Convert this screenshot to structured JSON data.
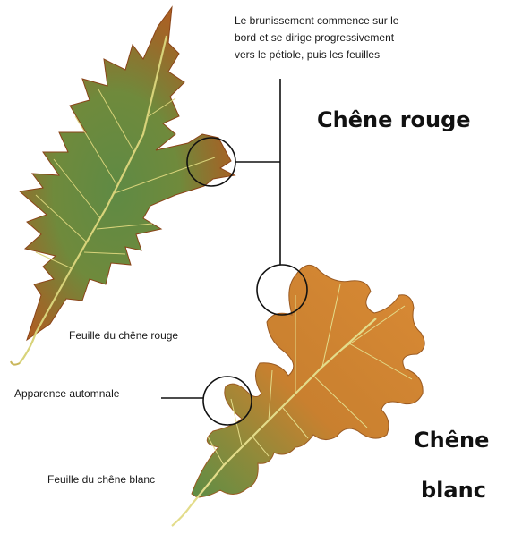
{
  "note": {
    "line1": "Le brunissement commence sur le",
    "line2": "bord et se dirige progressivement",
    "line3": "vers le pétiole, puis les feuilles"
  },
  "titles": {
    "red_oak": "Chêne rouge",
    "white_oak_line1": "Chêne",
    "white_oak_line2": "blanc"
  },
  "labels": {
    "red_oak_leaf": "Feuille du chêne rouge",
    "autumn_appearance": "Apparence automnale",
    "white_oak_leaf": "Feuille du chêne blanc"
  },
  "colors": {
    "leaf_green": "#6f8a3c",
    "leaf_brown": "#b85a1f",
    "leaf_orange": "#d88a3a",
    "vein": "#d8d37a",
    "callout": "#111111"
  }
}
